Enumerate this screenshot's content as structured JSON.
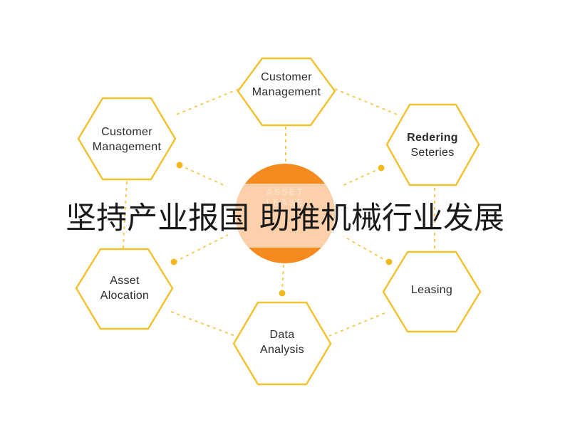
{
  "diagram": {
    "colors": {
      "hex_border": "#f2c233",
      "connector": "#f4cc55",
      "center_orange": "#f58a1f",
      "center_peach": "#fbd0aa"
    },
    "center": {
      "label": "ASSET\nLEASE"
    },
    "nodes": [
      {
        "id": "top",
        "line1": "Customer",
        "line2": "Management",
        "bold": false
      },
      {
        "id": "upper-left",
        "line1": "Customer",
        "line2": "Management",
        "bold": false
      },
      {
        "id": "upper-right",
        "line1": "Redering",
        "line2": "Seteries",
        "bold": true
      },
      {
        "id": "lower-left",
        "line1": "Asset",
        "line2": "Alocation",
        "bold": false
      },
      {
        "id": "lower-right",
        "line1": "Leasing",
        "line2": "",
        "bold": false
      },
      {
        "id": "bottom",
        "line1": "Data",
        "line2": "Analysis",
        "bold": false
      }
    ]
  },
  "banner": {
    "text": "坚持产业报国 助推机械行业发展"
  }
}
